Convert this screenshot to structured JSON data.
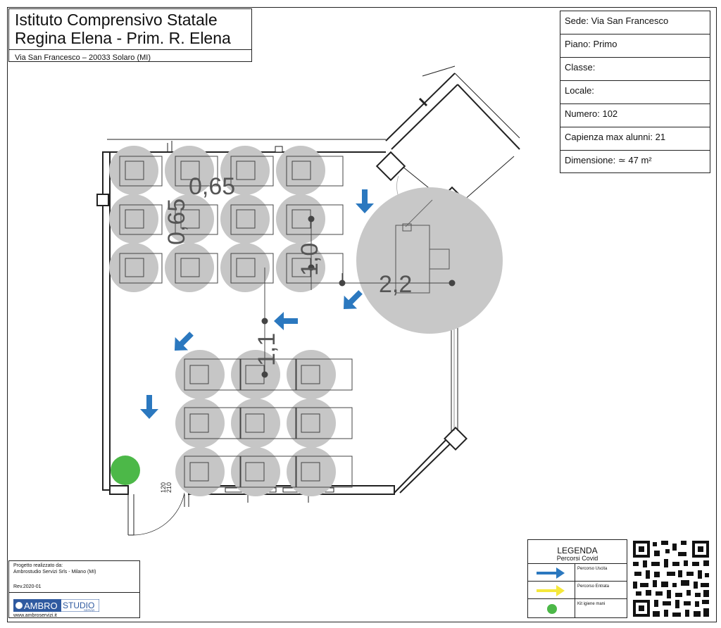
{
  "header": {
    "title_line1": "Istituto Comprensivo Statale",
    "title_line2": "Regina Elena - Prim. R. Elena",
    "address": "Via San Francesco – 20033 Solaro (MI)"
  },
  "info": {
    "sede": "Sede:  Via San Francesco",
    "piano": "Piano: Primo",
    "classe": "Classe:",
    "locale": "Locale:",
    "numero": "Numero: 102",
    "capienza": "Capienza max alunni: 21",
    "dimensione": "Dimensione: ≃ 47 m²"
  },
  "plan": {
    "dim_left": "0,65",
    "dim_top": "0,65",
    "dim_mid": "1,0",
    "dim_lower": "1,1",
    "dim_teacher": "2,2",
    "door_dim_1": "120",
    "door_dim_2": "210"
  },
  "legend": {
    "title": "LEGENDA",
    "subtitle": "Percorsi Covid",
    "items": [
      {
        "icon": "blue-arrow-icon",
        "label": "Percorso Uscita",
        "color": "#2b78bf"
      },
      {
        "icon": "yellow-arrow-icon",
        "label": "Percorso Entrata",
        "color": "#f5e83a"
      },
      {
        "icon": "green-dot-icon",
        "label": "Kit igiene mani",
        "color": "#4cb848"
      }
    ]
  },
  "credit": {
    "line1": "Progetto realizzato da:",
    "line2": "Ambrostudio Servizi Srls - Milano (MI)",
    "rev": "Rev.2020-01",
    "logo_a": "AMBRO",
    "logo_b": "STUDIO",
    "logo_c": "SERVIZI",
    "url": "www.ambroservizi.it"
  },
  "colors": {
    "arrow": "#2b78bf",
    "kit": "#4cb848",
    "circle": "#c8c8c8"
  }
}
